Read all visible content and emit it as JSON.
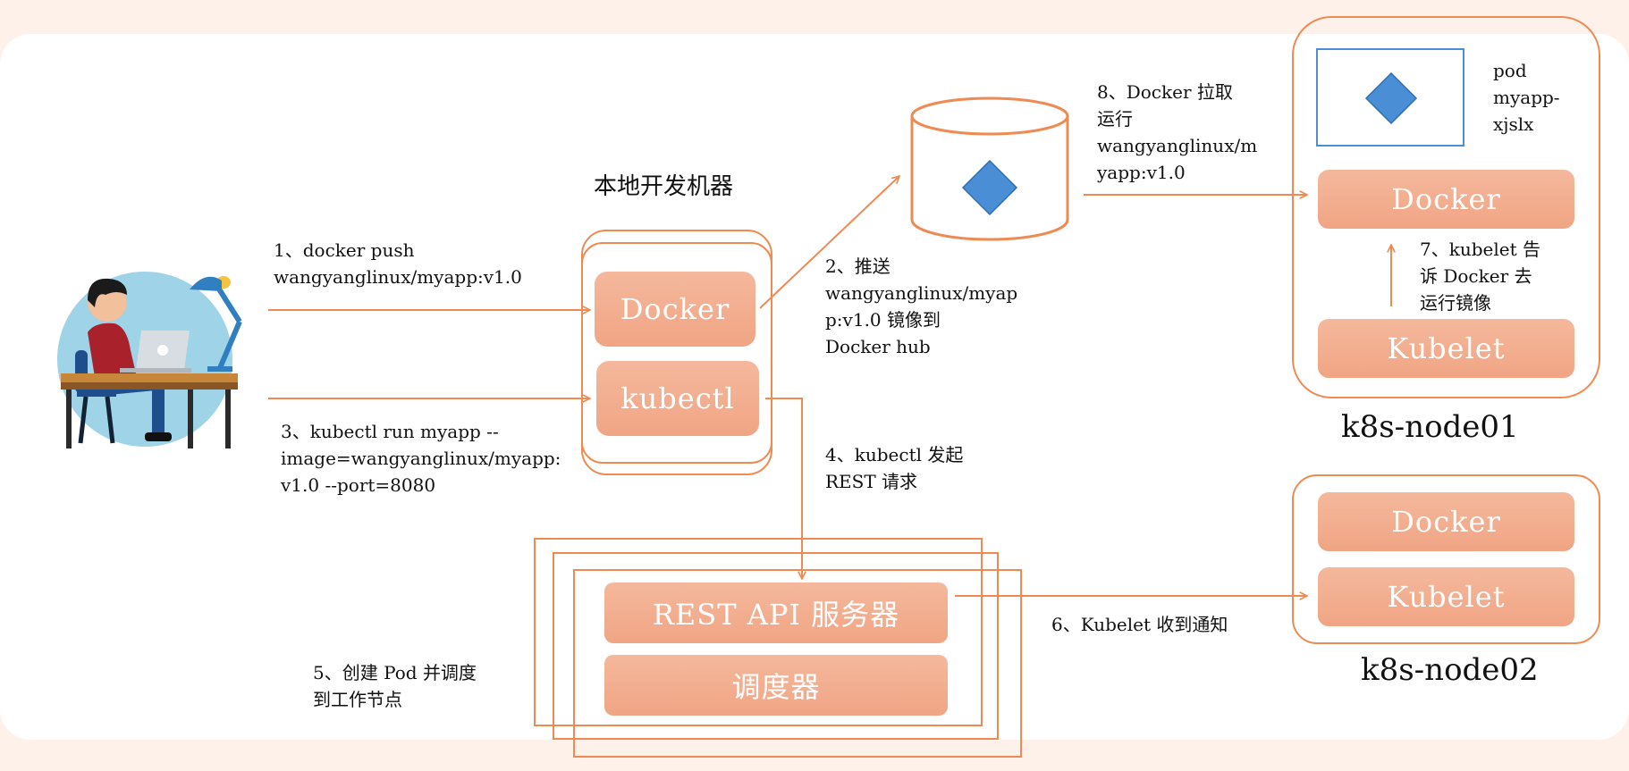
{
  "local_machine": {
    "title": "本地开发机器",
    "docker_label": "Docker",
    "kubectl_label": "kubectl"
  },
  "master": {
    "api_server_label": "REST API 服务器",
    "scheduler_label": "调度器"
  },
  "node01": {
    "name": "k8s-node01",
    "pod_label": "pod\nmyapp-\nxjslx",
    "docker_label": "Docker",
    "kubelet_label": "Kubelet"
  },
  "node02": {
    "name": "k8s-node02",
    "docker_label": "Docker",
    "kubelet_label": "Kubelet"
  },
  "steps": {
    "step1": "1、docker push\nwangyanglinux/myapp:v1.0",
    "step2": "2、推送\nwangyanglinux/myap\np:v1.0 镜像到\nDocker hub",
    "step3": "3、kubectl run myapp --\nimage=wangyanglinux/myapp:\nv1.0 --port=8080",
    "step4": "4、kubectl 发起\nREST 请求",
    "step5": "5、创建 Pod 并调度\n到工作节点",
    "step6": "6、Kubelet 收到通知",
    "step7": "7、kubelet 告\n诉 Docker 去\n运行镜像",
    "step8": "8、Docker 拉取\n运行\nwangyanglinux/m\nyapp:v1.0"
  },
  "colors": {
    "accent": "#ee8a52",
    "box_fill": "#f3ae8f",
    "diamond": "#4a8fd6",
    "pod_border": "#4a8fd6",
    "background": "#fdf1ea"
  },
  "icons": {
    "developer": "developer-at-desk-illustration",
    "registry": "docker-hub-cylinder",
    "image": "container-image-diamond"
  }
}
